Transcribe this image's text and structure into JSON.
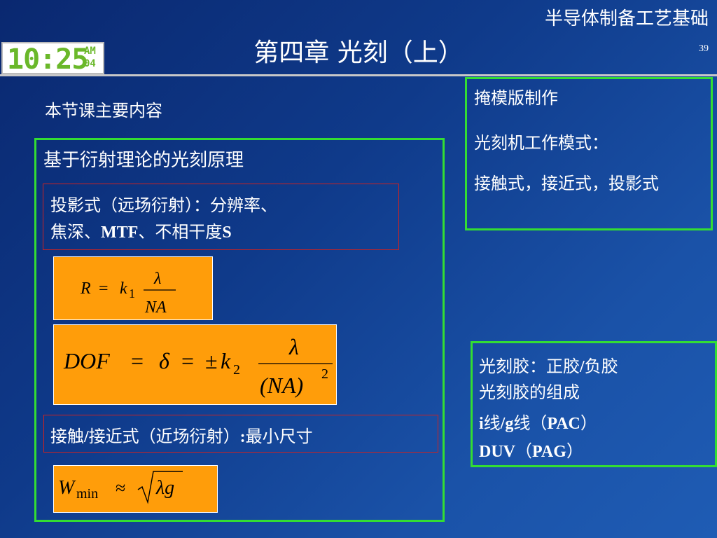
{
  "header": {
    "course_title": "半导体制备工艺基础",
    "chapter_title": "第四章 光刻（上）",
    "page_number": "39"
  },
  "clock": {
    "time": "10:25",
    "ampm": "AM",
    "date": "04",
    "color": "#6ab82a"
  },
  "section_heading": "本节课主要内容",
  "left_panel": {
    "title": "基于衍射理论的光刻原理",
    "projection_box": {
      "line1": "投影式（远场衍射）：分辨率、",
      "line2_prefix": "焦深、",
      "line2_mtf": "MTF",
      "line2_mid": "、不相干度",
      "line2_s": "S"
    },
    "formula_resolution": {
      "lhs": "R",
      "eq": "=",
      "k": "k",
      "k_sub": "1",
      "num": "λ",
      "den": "NA"
    },
    "formula_dof": {
      "lhs": "DOF",
      "eq1": "=",
      "delta": "δ",
      "eq2": "=",
      "pm": "±",
      "k": "k",
      "k_sub": "2",
      "num": "λ",
      "den": "(NA)",
      "den_sup": "2"
    },
    "contact_box": {
      "prefix": "接触",
      "slash": "/",
      "mid": "接近式（近场衍射）",
      "colon": ":",
      "suffix": "最小尺寸"
    },
    "formula_wmin": {
      "w": "W",
      "w_sub": "min",
      "approx": "≈",
      "radicand": "λg"
    }
  },
  "right_top": {
    "line1": "掩模版制作",
    "line2": "光刻机工作模式：",
    "line3": "接触式，接近式，投影式"
  },
  "right_bottom": {
    "line1_a": "光刻胶：正胶",
    "line1_slash": "/",
    "line1_b": "负胶",
    "line2": "光刻胶的组成",
    "line3_i": "i",
    "line3_a": "线",
    "line3_slash": "/",
    "line3_g": "g",
    "line3_b": "线（",
    "line3_pac": "PAC",
    "line3_c": "）",
    "line4_duv": "DUV",
    "line4_a": "（",
    "line4_pag": "PAG",
    "line4_b": "）"
  },
  "colors": {
    "box_border_green": "#33dd33",
    "box_border_red": "#cc2222",
    "formula_bg": "#ff9d0a"
  }
}
